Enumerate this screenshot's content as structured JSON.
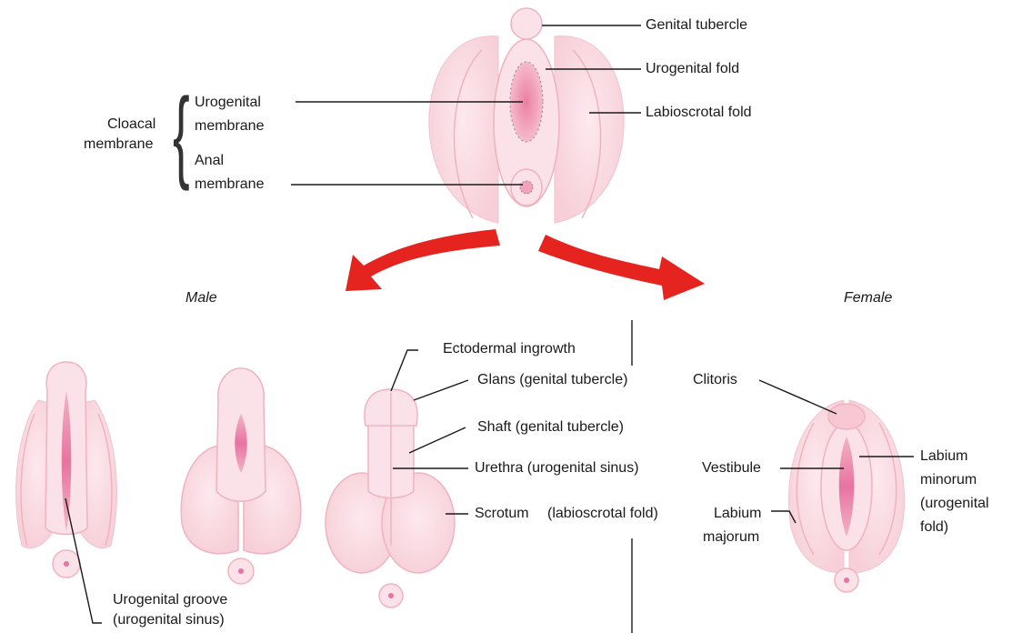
{
  "labels": {
    "genital_tubercle": "Genital tubercle",
    "urogenital_fold": "Urogenital fold",
    "labioscrotal_fold": "Labioscrotal fold",
    "cloacal_membrane_1": "Cloacal",
    "cloacal_membrane_2": "membrane",
    "urogenital_membrane_1": "Urogenital",
    "urogenital_membrane_2": "membrane",
    "anal_membrane_1": "Anal",
    "anal_membrane_2": "membrane",
    "male": "Male",
    "female": "Female",
    "ectodermal_ingrowth": "Ectodermal ingrowth",
    "glans": "Glans (genital tubercle)",
    "clitoris": "Clitoris",
    "shaft": "Shaft (genital tubercle)",
    "urethra": "Urethra (urogenital sinus)",
    "vestibule": "Vestibule",
    "scrotum": "Scrotum",
    "scrotum_origin": "(labioscrotal fold)",
    "labium_majorum_1": "Labium",
    "labium_majorum_2": "majorum",
    "labium_minorum_1": "Labium",
    "labium_minorum_2": "minorum",
    "labium_minorum_3": "(urogenital",
    "labium_minorum_4": "fold)",
    "urogenital_groove_1": "Urogenital groove",
    "urogenital_groove_2": "(urogenital sinus)"
  },
  "colors": {
    "tissue_fill": "#f9d6dd",
    "tissue_light": "#fce8ec",
    "tissue_edge": "#efb3bf",
    "inner_pink": "#f2a3bb",
    "deep_pink": "#ea7fa3",
    "arrow_red": "#e52420",
    "line": "#1a1a1a"
  }
}
